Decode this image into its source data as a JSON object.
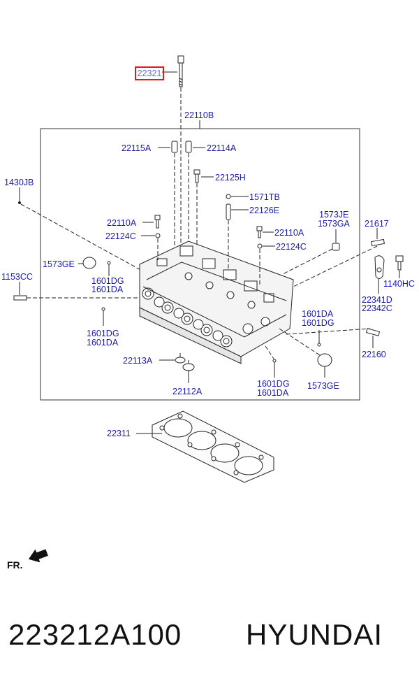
{
  "diagram": {
    "highlight_label": "22321",
    "labels": {
      "l22110B": "22110B",
      "l22115A": "22115A",
      "l22114A": "22114A",
      "l22125H": "22125H",
      "l1430JB": "1430JB",
      "l1571TB": "1571TB",
      "l22126E": "22126E",
      "l1573JE": "1573JE",
      "l1573GA": "1573GA",
      "l21617": "21617",
      "l22110A_a": "22110A",
      "l22124C_a": "22124C",
      "l22110A_b": "22110A",
      "l22124C_b": "22124C",
      "l1573GE_a": "1573GE",
      "l1601DG_a": "1601DG",
      "l1601DA_a": "1601DA",
      "l1153CC": "1153CC",
      "l1140HC": "1140HC",
      "l22341D": "22341D",
      "l22342C": "22342C",
      "l1601DA_b": "1601DA",
      "l1601DG_b": "1601DG",
      "l1601DG_c": "1601DG",
      "l1601DA_c": "1601DA",
      "l22160": "22160",
      "l22113A": "22113A",
      "l22112A": "22112A",
      "l1601DG_d": "1601DG",
      "l1601DA_d": "1601DA",
      "l1573GE_b": "1573GE",
      "l22311": "22311"
    },
    "front_marker": "FR."
  },
  "footer": {
    "part_number": "223212A100",
    "brand": "HYUNDAI"
  },
  "colors": {
    "label": "#1a1ab0",
    "highlight_border": "#e01a1a",
    "line": "#222222"
  }
}
